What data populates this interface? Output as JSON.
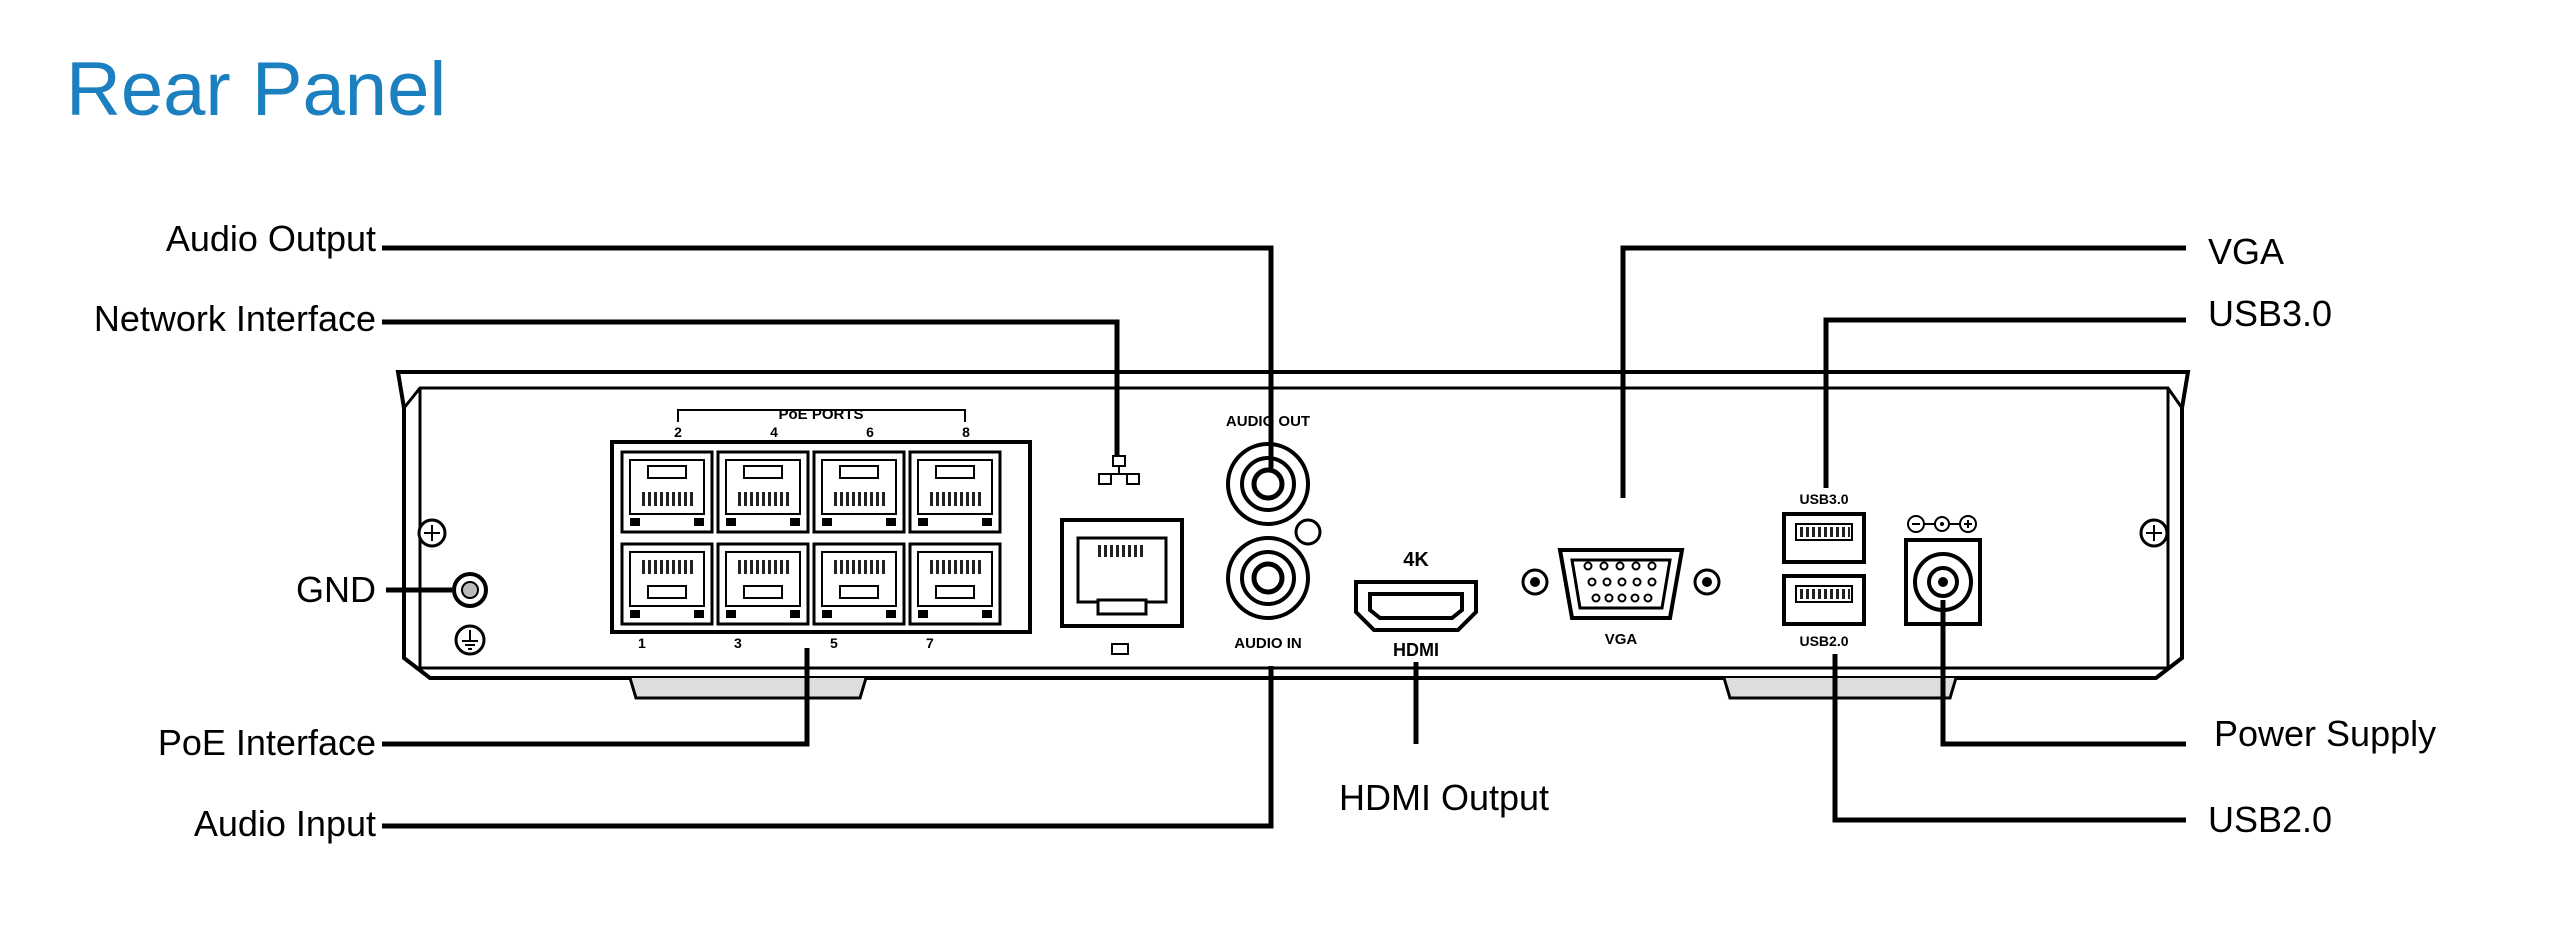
{
  "title": "Rear Panel",
  "callouts": {
    "audio_output": "Audio Output",
    "network_interface": "Network Interface",
    "gnd": "GND",
    "poe_interface": "PoE Interface",
    "audio_input": "Audio Input",
    "hdmi_output": "HDMI Output",
    "vga": "VGA",
    "usb3": "USB3.0",
    "power_supply": "Power Supply",
    "usb2": "USB2.0"
  },
  "device_labels": {
    "poe_ports": "PoE PORTS",
    "port_top_numbers": [
      "2",
      "4",
      "6",
      "8"
    ],
    "port_bottom_numbers": [
      "1",
      "3",
      "5",
      "7"
    ],
    "audio_out": "AUDIO OUT",
    "audio_in": "AUDIO IN",
    "four_k": "4K",
    "hdmi": "HDMI",
    "vga": "VGA",
    "usb3": "USB3.0",
    "usb2": "USB2.0"
  }
}
